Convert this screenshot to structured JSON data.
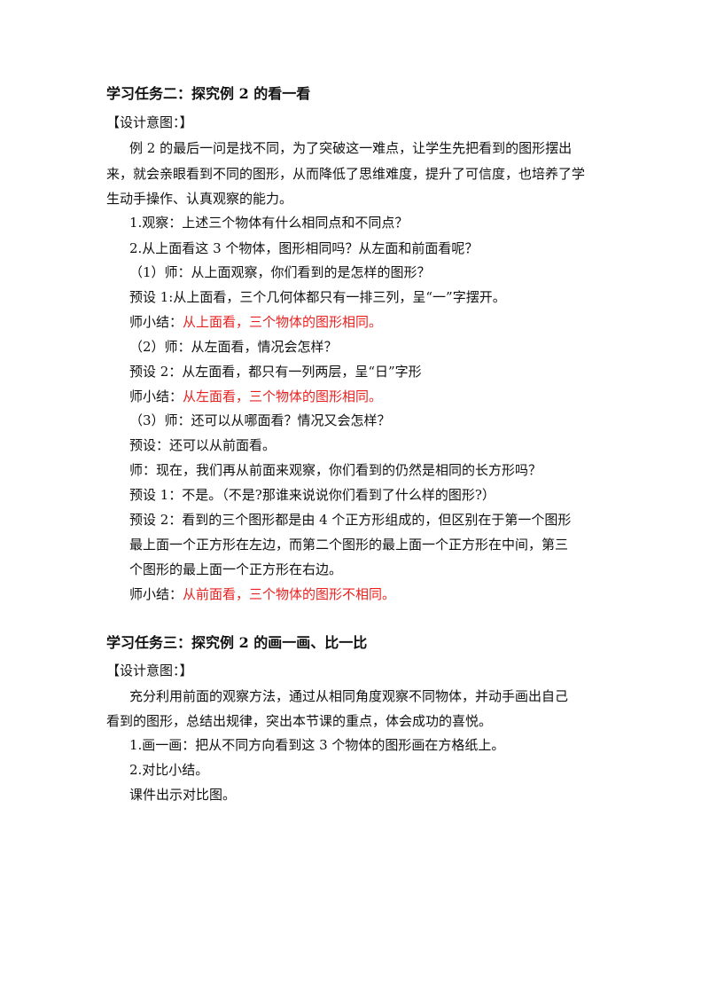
{
  "section2": {
    "title": "学习任务二：探究例 2 的看一看",
    "design_label": "【设计意图：】",
    "design_lines": [
      "例 2 的最后一问是找不同，为了突破这一难点，让学生先把看到的图形摆出",
      "来，就会亲眼看到不同的图形，从而降低了思维难度，提升了可信度，也培养了学",
      "生动手操作、认真观察的能力。"
    ],
    "q1": "1.观察：上述三个物体有什么相同点和不同点？",
    "q2": "2.从上面看这 3 个物体，图形相同吗？从左面和前面看呢？",
    "t1": "（1）师：从上面观察，你们看到的是怎样的图形？",
    "t1_preset": "预设 1:从上面看，三个几何体都只有一排三列，呈“一”字摆开。",
    "summary_label": "师小结：",
    "t1_summary": "从上面看，三个物体的图形相同。",
    "t2": "（2）师：从左面看，情况会怎样？",
    "t2_preset": "预设 2：从左面看，都只有一列两层，呈“日”字形",
    "t2_summary": "从左面看，三个物体的图形相同。",
    "t3": "（3）师：还可以从哪面看？情况又会怎样？",
    "t3_preset": "预设：还可以从前面看。",
    "t3_teacher": "师：现在，我们再从前面来观察，你们看到的仍然是相同的长方形吗？",
    "t3_preset1": "预设 1：不是。（不是?那谁来说说你们看到了什么样的图形?）",
    "t3_preset2_lines": [
      "预设 2：看到的三个图形都是由 4 个正方形组成的，但区别在于第一个图形",
      "最上面一个正方形在左边，而第二个图形的最上面一个正方形在中间，第三",
      "个图形的最上面一个正方形在右边。"
    ],
    "summary3_label": "师小结：",
    "t3_summary": "从前面看，三个物体的图形不相同。"
  },
  "section3": {
    "title": "学习任务三：探究例 2 的画一画、比一比",
    "design_label": "【设计意图：】",
    "design_lines": [
      "充分利用前面的观察方法，通过从相同角度观察不同物体，并动手画出自己",
      "看到的图形，总结出规律，突出本节课的重点，体会成功的喜悦。"
    ],
    "s1": "1.画一画：把从不同方向看到这 3 个物体的图形画在方格纸上。",
    "s2": "2.对比小结。",
    "s3": "课件出示对比图。"
  },
  "colors": {
    "text": "#111111",
    "highlight": "#e8211f"
  }
}
